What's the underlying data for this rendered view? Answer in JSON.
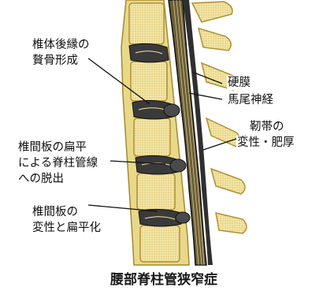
{
  "labels": {
    "osteophyte_line1": "椎体後縁の",
    "osteophyte_line2": "贅骨形成",
    "dura": "硬膜",
    "cauda": "馬尾神経",
    "ligament_line1": "靭帯の",
    "ligament_line2": "変性・肥厚",
    "herniation_line1": "椎間板の扁平",
    "herniation_line2": "による脊柱管線",
    "herniation_line3": "への脱出",
    "degeneration_line1": "椎間板の",
    "degeneration_line2": "変性と扁平化"
  },
  "title": "腰部脊柱管狭窄症",
  "colors": {
    "bone": "#f3e7a6",
    "bone_edge": "#c9a54a",
    "disc": "#2b2b2b",
    "outline": "#111111"
  }
}
